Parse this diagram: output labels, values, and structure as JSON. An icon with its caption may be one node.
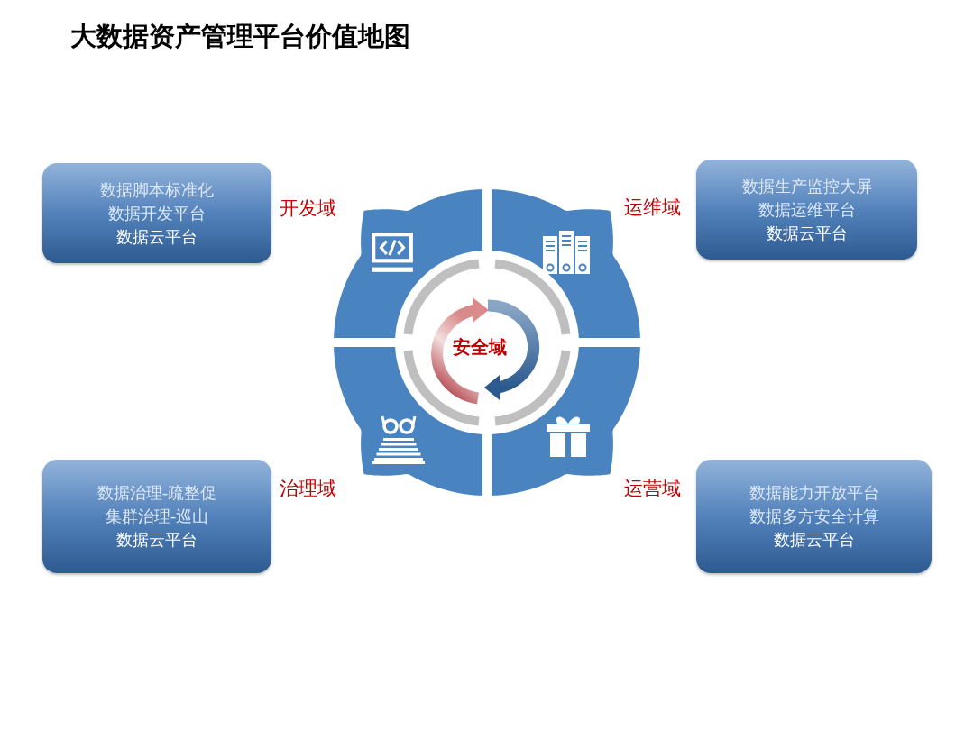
{
  "diagram": {
    "title": "大数据资产管理平台价值地图",
    "nodes": [
      {
        "text": [
          "数据脚本标准化",
          "数据开发平台",
          "数据云平台"
        ]
      },
      {
        "text": [
          "数据生产监控大屏",
          "数据运维平台",
          "数据云平台"
        ]
      },
      {
        "text": [
          "开发域"
        ]
      },
      {
        "text": [
          "运维域"
        ]
      },
      {
        "text": [
          "安全域"
        ]
      },
      {
        "text": [
          "治理域"
        ]
      },
      {
        "text": [
          "运营域"
        ]
      },
      {
        "text": [
          "数据治理-疏整促",
          "集群治理-巡山",
          "数据云平台"
        ]
      },
      {
        "text": [
          "数据能力开放平台",
          "数据多方安全计算",
          "数据云平台"
        ]
      }
    ],
    "edges": []
  }
}
